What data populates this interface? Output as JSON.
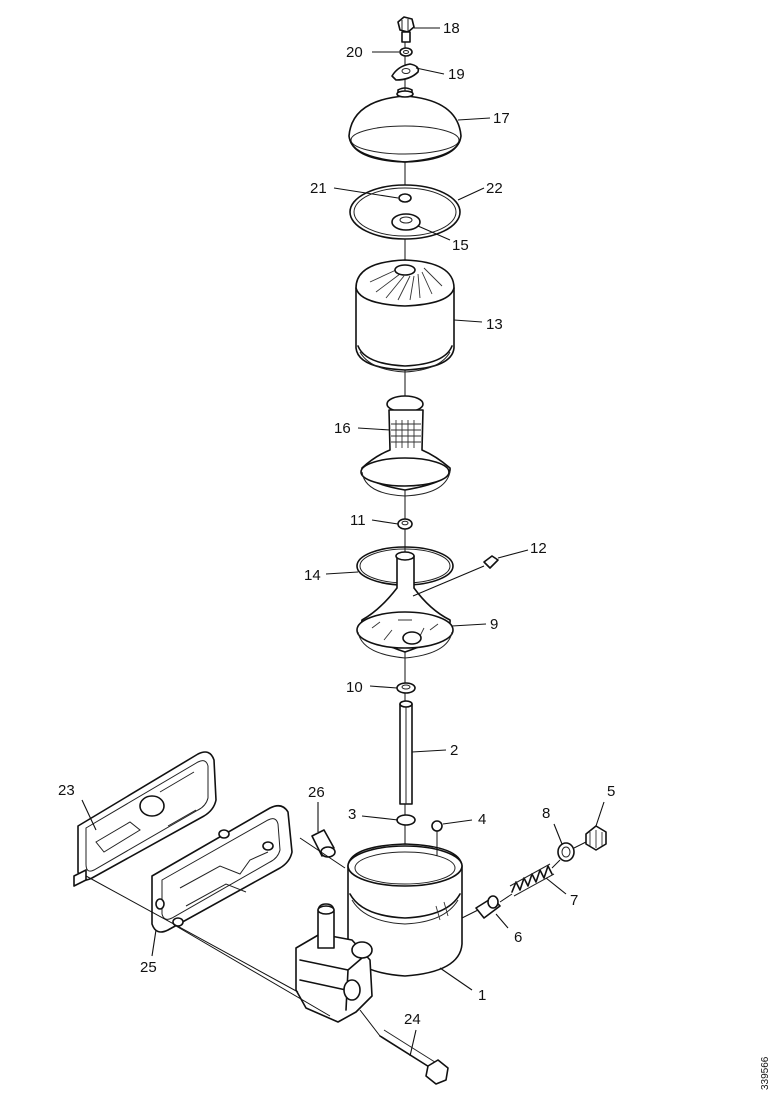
{
  "figure": {
    "reference_code": "339566",
    "callouts": [
      {
        "id": "c18",
        "label": "18"
      },
      {
        "id": "c20",
        "label": "20"
      },
      {
        "id": "c19",
        "label": "19"
      },
      {
        "id": "c17",
        "label": "17"
      },
      {
        "id": "c21",
        "label": "21"
      },
      {
        "id": "c22",
        "label": "22"
      },
      {
        "id": "c15",
        "label": "15"
      },
      {
        "id": "c13",
        "label": "13"
      },
      {
        "id": "c16",
        "label": "16"
      },
      {
        "id": "c11",
        "label": "11"
      },
      {
        "id": "c12",
        "label": "12"
      },
      {
        "id": "c14",
        "label": "14"
      },
      {
        "id": "c9",
        "label": "9"
      },
      {
        "id": "c10",
        "label": "10"
      },
      {
        "id": "c2",
        "label": "2"
      },
      {
        "id": "c23",
        "label": "23"
      },
      {
        "id": "c26",
        "label": "26"
      },
      {
        "id": "c3",
        "label": "3"
      },
      {
        "id": "c4",
        "label": "4"
      },
      {
        "id": "c8",
        "label": "8"
      },
      {
        "id": "c5",
        "label": "5"
      },
      {
        "id": "c7",
        "label": "7"
      },
      {
        "id": "c6",
        "label": "6"
      },
      {
        "id": "c25",
        "label": "25"
      },
      {
        "id": "c1",
        "label": "1"
      },
      {
        "id": "c24",
        "label": "24"
      }
    ]
  }
}
